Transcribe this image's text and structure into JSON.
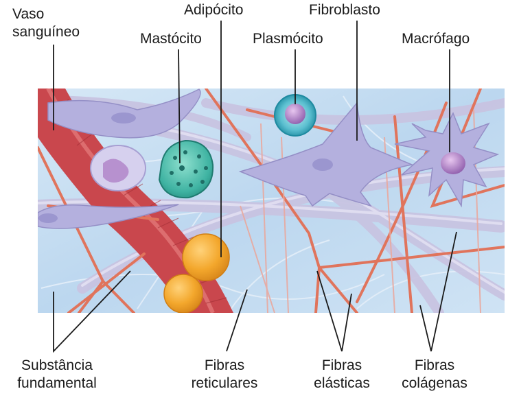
{
  "labels": {
    "vaso": [
      "Vaso",
      "sanguíneo"
    ],
    "adipocito": "Adipócito",
    "fibroblasto": "Fibroblasto",
    "mastocito": "Mastócito",
    "plasmocito": "Plasmócito",
    "macrofago": "Macrófago",
    "substancia": [
      "Substância",
      "fundamental"
    ],
    "reticulares": [
      "Fibras",
      "reticulares"
    ],
    "elasticas": [
      "Fibras",
      "elásticas"
    ],
    "colagenas": [
      "Fibras",
      "colágenas"
    ]
  },
  "colors": {
    "background": "#c9e0f2",
    "vessel": "#c9474d",
    "fibroblast": "#b4b0de",
    "mast_cell": "#3fb3a2",
    "plasma_cell": "#2a9bb0",
    "adipocyte": "#f0a631",
    "elastic_fiber": "#e0745c",
    "collagen_fiber": "#cac6e0"
  }
}
